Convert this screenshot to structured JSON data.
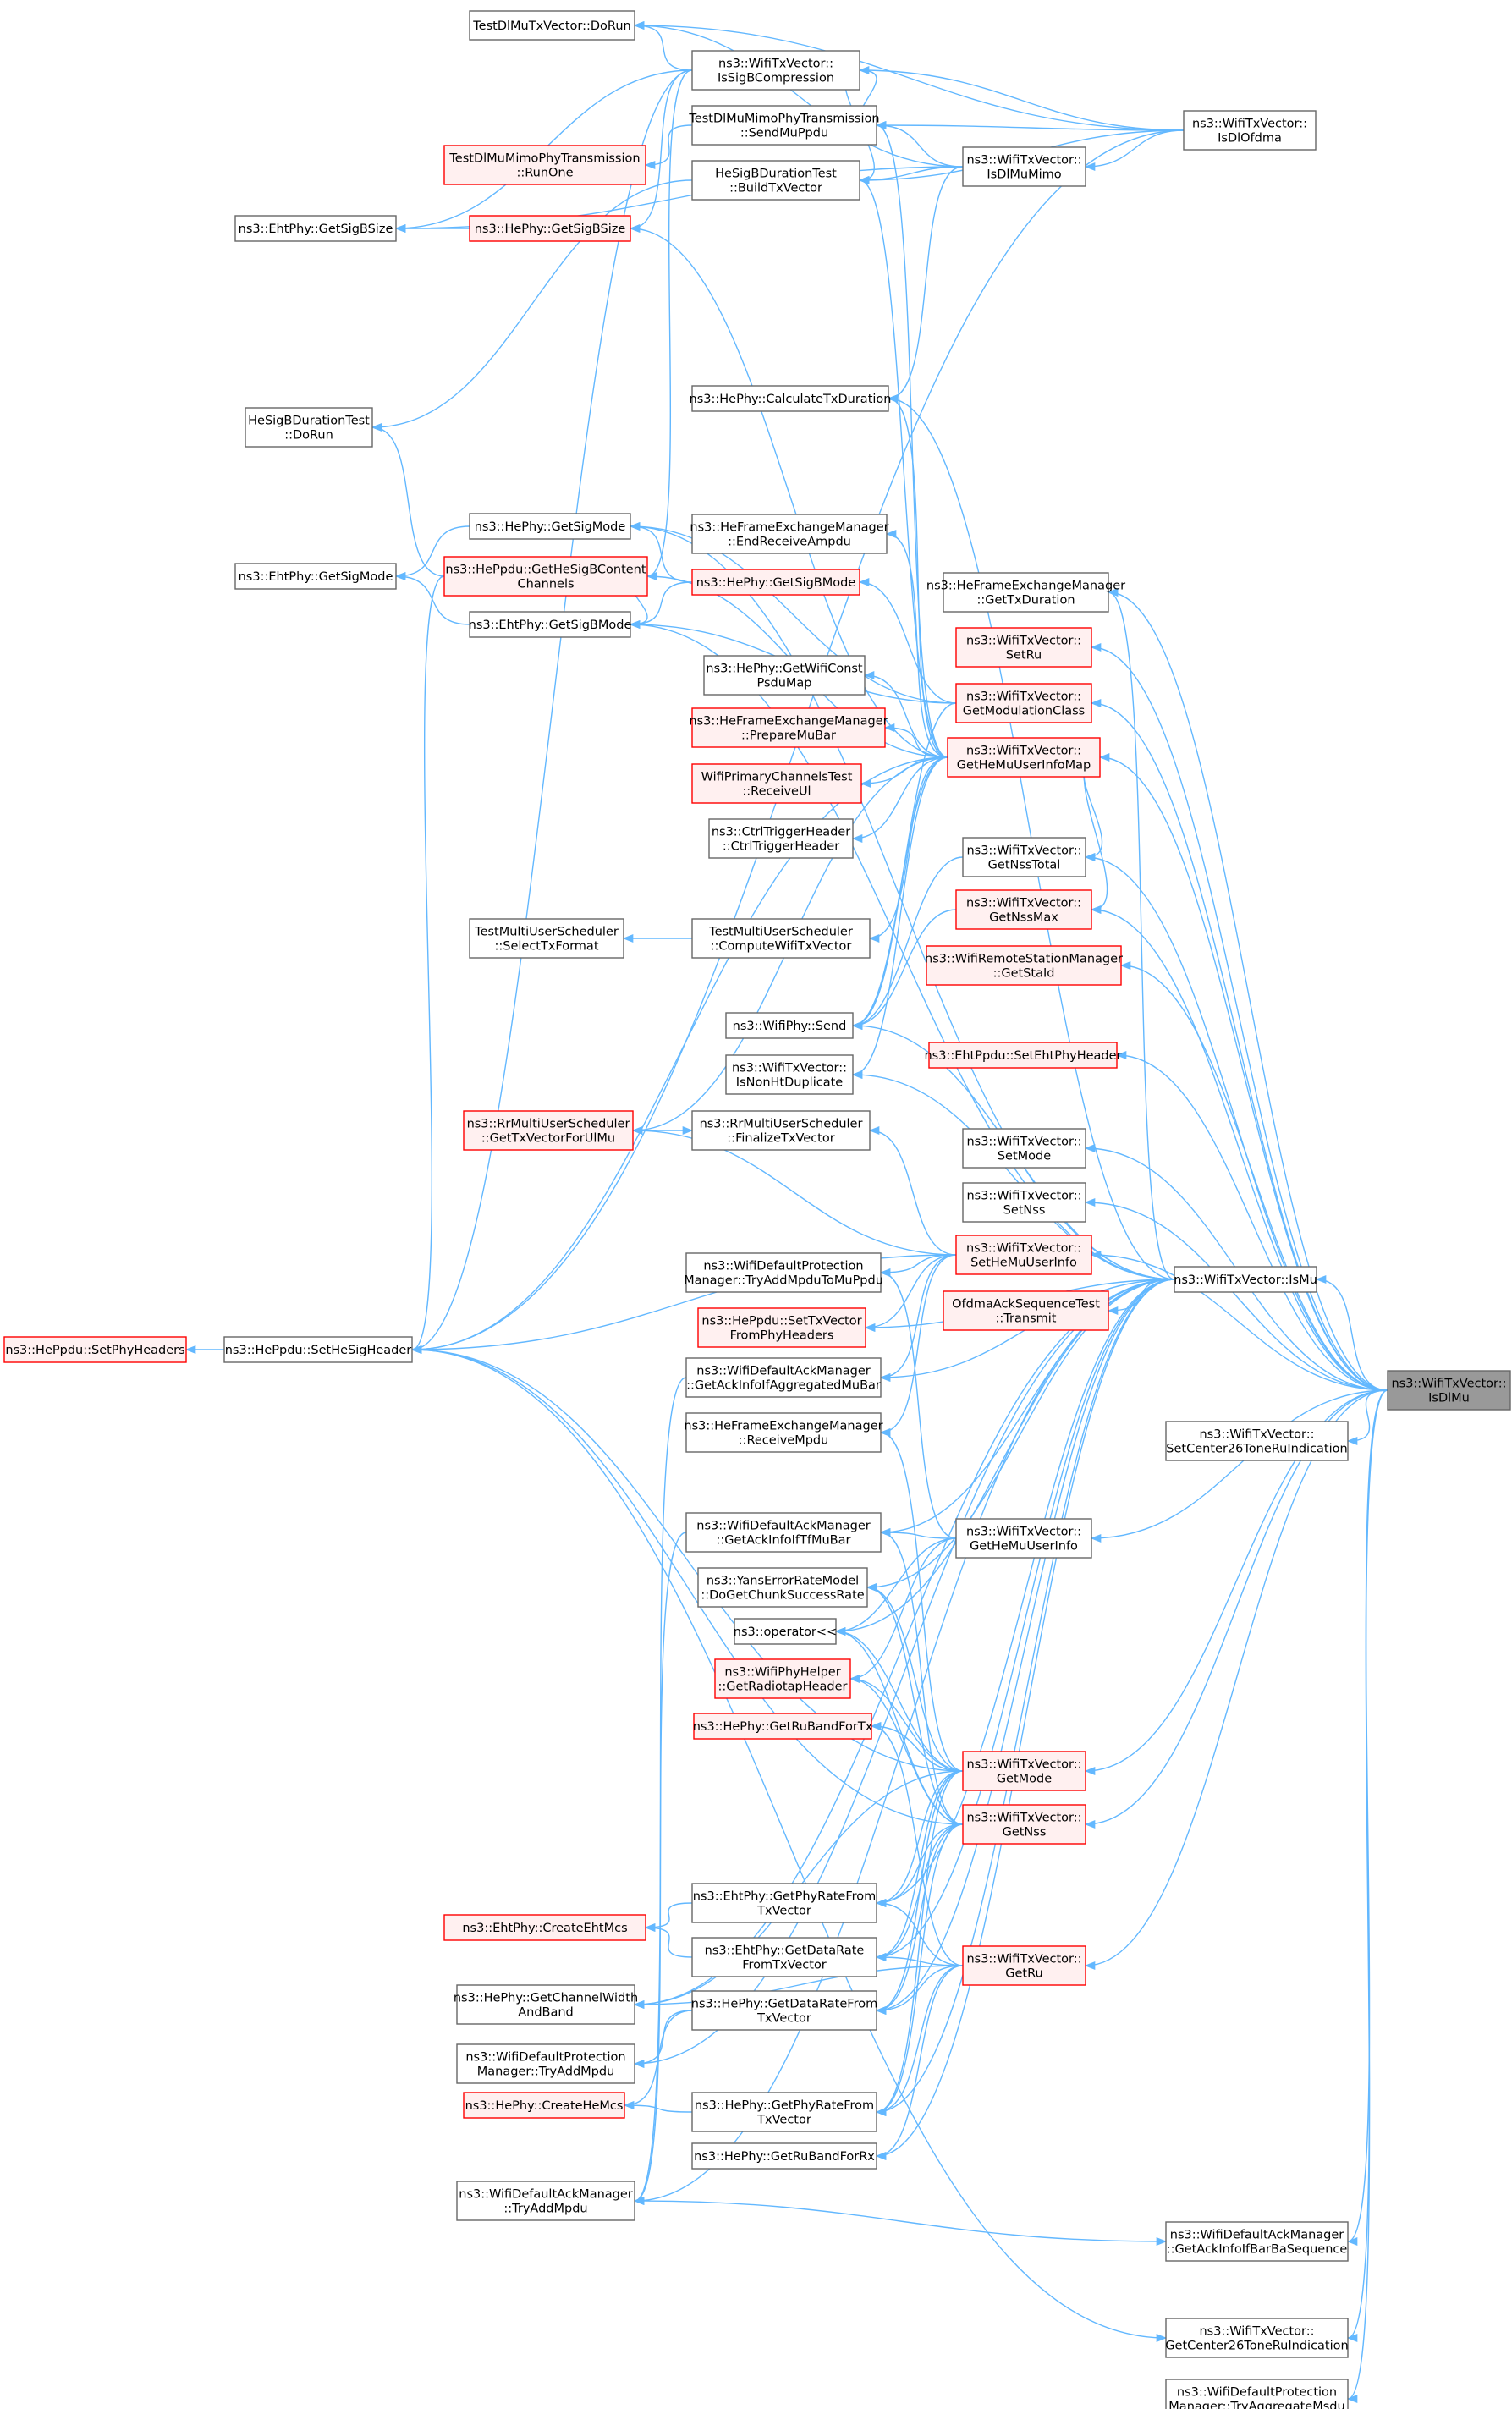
{
  "colors": {
    "edge": "#63b8ff",
    "node_border": "#666666",
    "node_fill": "#ffffff",
    "highlight_border": "#ff0000",
    "highlight_fill": "#fff0f0",
    "target_fill": "#999999",
    "target_border": "#666666"
  },
  "nodes": [
    {
      "id": "n1",
      "lines": [
        "TestDlMuTxVector::DoRun"
      ],
      "style": "normal"
    },
    {
      "id": "n2",
      "lines": [
        "ns3::WifiTxVector::",
        "IsSigBCompression"
      ],
      "style": "normal"
    },
    {
      "id": "n3",
      "lines": [
        "TestDlMuMimoPhyTransmission",
        "::SendMuPpdu"
      ],
      "style": "normal"
    },
    {
      "id": "n4",
      "lines": [
        "TestDlMuMimoPhyTransmission",
        "::RunOne"
      ],
      "style": "highlight"
    },
    {
      "id": "n5",
      "lines": [
        "ns3::WifiTxVector::",
        "IsDlMuMimo"
      ],
      "style": "normal"
    },
    {
      "id": "n6",
      "lines": [
        "ns3::WifiTxVector::",
        "IsDlOfdma"
      ],
      "style": "normal"
    },
    {
      "id": "n7",
      "lines": [
        "HeSigBDurationTest",
        "::BuildTxVector"
      ],
      "style": "normal"
    },
    {
      "id": "n8",
      "lines": [
        "ns3::EhtPhy::GetSigBSize"
      ],
      "style": "normal"
    },
    {
      "id": "n9",
      "lines": [
        "ns3::HePhy::GetSigBSize"
      ],
      "style": "highlight"
    },
    {
      "id": "n10",
      "lines": [
        "ns3::HePhy::CalculateTxDuration"
      ],
      "style": "normal"
    },
    {
      "id": "n11",
      "lines": [
        "HeSigBDurationTest",
        "::DoRun"
      ],
      "style": "normal"
    },
    {
      "id": "n12",
      "lines": [
        "ns3::HePhy::GetSigMode"
      ],
      "style": "normal"
    },
    {
      "id": "n13",
      "lines": [
        "ns3::HeFrameExchangeManager",
        "::EndReceiveAmpdu"
      ],
      "style": "normal"
    },
    {
      "id": "n14",
      "lines": [
        "ns3::HePpdu::GetHeSigBContent",
        "Channels"
      ],
      "style": "highlight"
    },
    {
      "id": "n15",
      "lines": [
        "ns3::EhtPhy::GetSigMode"
      ],
      "style": "normal"
    },
    {
      "id": "n16",
      "lines": [
        "ns3::HePhy::GetSigBMode"
      ],
      "style": "highlight"
    },
    {
      "id": "n17",
      "lines": [
        "ns3::EhtPhy::GetSigBMode"
      ],
      "style": "normal"
    },
    {
      "id": "n18",
      "lines": [
        "ns3::HeFrameExchangeManager",
        "::GetTxDuration"
      ],
      "style": "normal"
    },
    {
      "id": "n19",
      "lines": [
        "ns3::WifiTxVector::",
        "SetRu"
      ],
      "style": "highlight"
    },
    {
      "id": "n20",
      "lines": [
        "ns3::HePhy::GetWifiConst",
        "PsduMap"
      ],
      "style": "normal"
    },
    {
      "id": "n21",
      "lines": [
        "ns3::WifiTxVector::",
        "GetModulationClass"
      ],
      "style": "highlight"
    },
    {
      "id": "n22",
      "lines": [
        "ns3::HeFrameExchangeManager",
        "::PrepareMuBar"
      ],
      "style": "highlight"
    },
    {
      "id": "n23",
      "lines": [
        "ns3::WifiTxVector::",
        "GetHeMuUserInfoMap"
      ],
      "style": "highlight"
    },
    {
      "id": "n24",
      "lines": [
        "WifiPrimaryChannelsTest",
        "::ReceiveUl"
      ],
      "style": "highlight"
    },
    {
      "id": "n25",
      "lines": [
        "ns3::CtrlTriggerHeader",
        "::CtrlTriggerHeader"
      ],
      "style": "normal"
    },
    {
      "id": "n26",
      "lines": [
        "ns3::WifiTxVector::",
        "GetNssTotal"
      ],
      "style": "normal"
    },
    {
      "id": "n27",
      "lines": [
        "ns3::WifiTxVector::",
        "GetNssMax"
      ],
      "style": "highlight"
    },
    {
      "id": "n28",
      "lines": [
        "TestMultiUserScheduler",
        "::SelectTxFormat"
      ],
      "style": "normal"
    },
    {
      "id": "n29",
      "lines": [
        "TestMultiUserScheduler",
        "::ComputeWifiTxVector"
      ],
      "style": "normal"
    },
    {
      "id": "n30",
      "lines": [
        "ns3::WifiRemoteStationManager",
        "::GetStaId"
      ],
      "style": "highlight"
    },
    {
      "id": "n31",
      "lines": [
        "ns3::WifiPhy::Send"
      ],
      "style": "normal"
    },
    {
      "id": "n32",
      "lines": [
        "ns3::EhtPpdu::SetEhtPhyHeader"
      ],
      "style": "highlight"
    },
    {
      "id": "n33",
      "lines": [
        "ns3::WifiTxVector::",
        "IsNonHtDuplicate"
      ],
      "style": "normal"
    },
    {
      "id": "n34",
      "lines": [
        "ns3::RrMultiUserScheduler",
        "::GetTxVectorForUlMu"
      ],
      "style": "highlight"
    },
    {
      "id": "n35",
      "lines": [
        "ns3::RrMultiUserScheduler",
        "::FinalizeTxVector"
      ],
      "style": "normal"
    },
    {
      "id": "n36",
      "lines": [
        "ns3::WifiTxVector::",
        "SetMode"
      ],
      "style": "normal"
    },
    {
      "id": "n37",
      "lines": [
        "ns3::WifiTxVector::",
        "SetNss"
      ],
      "style": "normal"
    },
    {
      "id": "n38",
      "lines": [
        "ns3::WifiTxVector::",
        "SetHeMuUserInfo"
      ],
      "style": "highlight"
    },
    {
      "id": "n39",
      "lines": [
        "ns3::WifiDefaultProtection",
        "Manager::TryAddMpduToMuPpdu"
      ],
      "style": "normal"
    },
    {
      "id": "n40",
      "lines": [
        "ns3::WifiTxVector::IsMu"
      ],
      "style": "normal"
    },
    {
      "id": "n41",
      "lines": [
        "OfdmaAckSequenceTest",
        "::Transmit"
      ],
      "style": "highlight"
    },
    {
      "id": "n42",
      "lines": [
        "ns3::HePpdu::SetTxVector",
        "FromPhyHeaders"
      ],
      "style": "highlight"
    },
    {
      "id": "n43",
      "lines": [
        "ns3::HePpdu::SetPhyHeaders"
      ],
      "style": "highlight"
    },
    {
      "id": "n44",
      "lines": [
        "ns3::HePpdu::SetHeSigHeader"
      ],
      "style": "normal"
    },
    {
      "id": "n45",
      "lines": [
        "ns3::WifiDefaultAckManager",
        "::GetAckInfoIfAggregatedMuBar"
      ],
      "style": "normal"
    },
    {
      "id": "n46",
      "lines": [
        "ns3::WifiTxVector::",
        "IsDlMu"
      ],
      "style": "target"
    },
    {
      "id": "n47",
      "lines": [
        "ns3::HeFrameExchangeManager",
        "::ReceiveMpdu"
      ],
      "style": "normal"
    },
    {
      "id": "n48",
      "lines": [
        "ns3::WifiTxVector::",
        "SetCenter26ToneRuIndication"
      ],
      "style": "normal"
    },
    {
      "id": "n49",
      "lines": [
        "ns3::WifiDefaultAckManager",
        "::GetAckInfoIfTfMuBar"
      ],
      "style": "normal"
    },
    {
      "id": "n50",
      "lines": [
        "ns3::WifiTxVector::",
        "GetHeMuUserInfo"
      ],
      "style": "normal"
    },
    {
      "id": "n51",
      "lines": [
        "ns3::YansErrorRateModel",
        "::DoGetChunkSuccessRate"
      ],
      "style": "normal"
    },
    {
      "id": "n52",
      "lines": [
        "ns3::operator<<"
      ],
      "style": "normal"
    },
    {
      "id": "n53",
      "lines": [
        "ns3::WifiPhyHelper",
        "::GetRadiotapHeader"
      ],
      "style": "highlight"
    },
    {
      "id": "n54",
      "lines": [
        "ns3::HePhy::GetRuBandForTx"
      ],
      "style": "highlight"
    },
    {
      "id": "n55",
      "lines": [
        "ns3::WifiTxVector::",
        "GetMode"
      ],
      "style": "highlight"
    },
    {
      "id": "n56",
      "lines": [
        "ns3::WifiTxVector::",
        "GetNss"
      ],
      "style": "highlight"
    },
    {
      "id": "n57",
      "lines": [
        "ns3::EhtPhy::GetPhyRateFrom",
        "TxVector"
      ],
      "style": "normal"
    },
    {
      "id": "n58",
      "lines": [
        "ns3::EhtPhy::CreateEhtMcs"
      ],
      "style": "highlight"
    },
    {
      "id": "n59",
      "lines": [
        "ns3::EhtPhy::GetDataRate",
        "FromTxVector"
      ],
      "style": "normal"
    },
    {
      "id": "n60",
      "lines": [
        "ns3::WifiTxVector::",
        "GetRu"
      ],
      "style": "highlight"
    },
    {
      "id": "n61",
      "lines": [
        "ns3::HePhy::GetChannelWidth",
        "AndBand"
      ],
      "style": "normal"
    },
    {
      "id": "n62",
      "lines": [
        "ns3::HePhy::GetDataRateFrom",
        "TxVector"
      ],
      "style": "normal"
    },
    {
      "id": "n63",
      "lines": [
        "ns3::WifiDefaultProtection",
        "Manager::TryAddMpdu"
      ],
      "style": "normal"
    },
    {
      "id": "n64",
      "lines": [
        "ns3::HePhy::CreateHeMcs"
      ],
      "style": "highlight"
    },
    {
      "id": "n65",
      "lines": [
        "ns3::HePhy::GetPhyRateFrom",
        "TxVector"
      ],
      "style": "normal"
    },
    {
      "id": "n66",
      "lines": [
        "ns3::HePhy::GetRuBandForRx"
      ],
      "style": "normal"
    },
    {
      "id": "n67",
      "lines": [
        "ns3::WifiDefaultAckManager",
        "::TryAddMpdu"
      ],
      "style": "normal"
    },
    {
      "id": "n68",
      "lines": [
        "ns3::WifiDefaultAckManager",
        "::GetAckInfoIfBarBaSequence"
      ],
      "style": "normal"
    },
    {
      "id": "n69",
      "lines": [
        "ns3::WifiTxVector::",
        "GetCenter26ToneRuIndication"
      ],
      "style": "normal"
    },
    {
      "id": "n70",
      "lines": [
        "ns3::WifiDefaultProtection",
        "Manager::TryAggregateMsdu"
      ],
      "style": "normal"
    }
  ]
}
